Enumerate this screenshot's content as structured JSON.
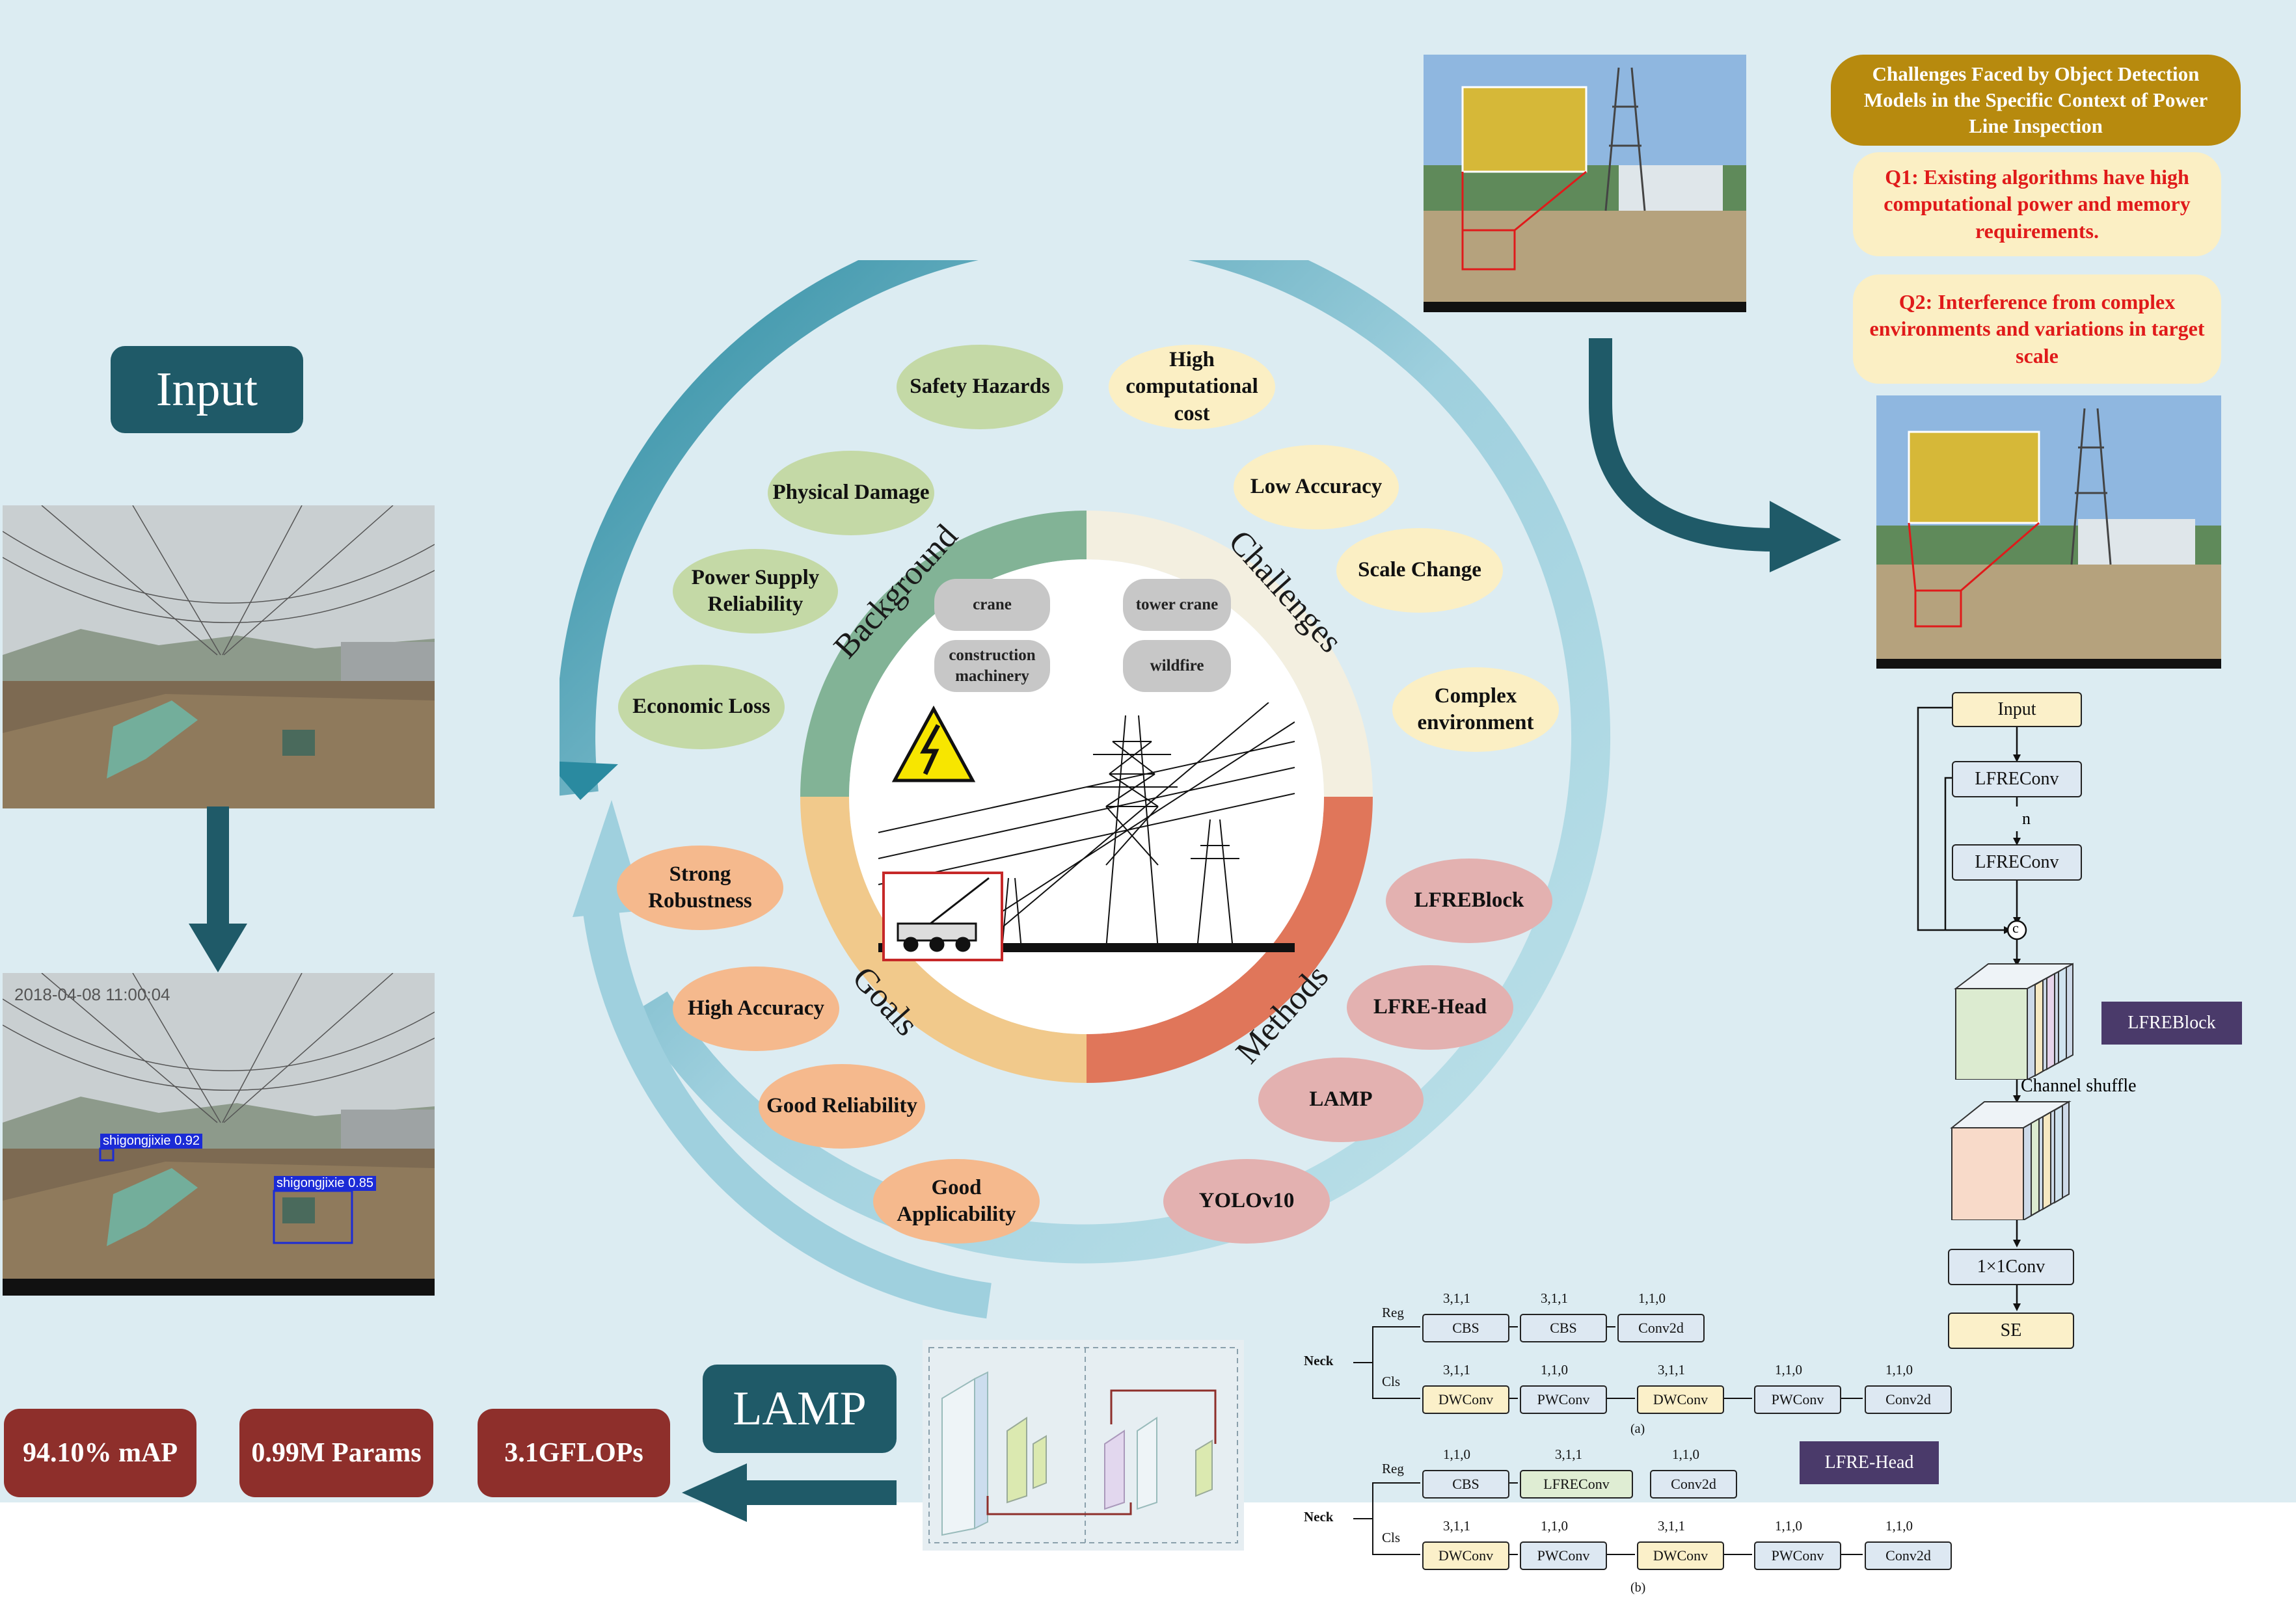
{
  "input_label": "Input",
  "lamp_label": "LAMP",
  "metrics": [
    "94.10% mAP",
    "0.99M Params",
    "3.1GFLOPs"
  ],
  "photo_detected": {
    "timestamp": "2018-04-08 11:00:04",
    "detections": [
      "shigongjixie 0.92",
      "shigongjixie 0.85"
    ]
  },
  "wheel": {
    "segments": [
      "Background",
      "Challenges",
      "Methods",
      "Goals"
    ],
    "center_pills": [
      "crane",
      "tower crane",
      "construction machinery",
      "wildfire"
    ],
    "background_items": [
      "Safety Hazards",
      "Physical Damage",
      "Power Supply Reliability",
      "Economic Loss"
    ],
    "challenge_items": [
      "High computational cost",
      "Low Accuracy",
      "Scale Change",
      "Complex environment"
    ],
    "method_items": [
      "LFREBlock",
      "LFRE-Head",
      "LAMP",
      "YOLOv10"
    ],
    "goal_items": [
      "Strong Robustness",
      "High Accuracy",
      "Good Reliability",
      "Good Applicability"
    ]
  },
  "challenges_panel": {
    "title": "Challenges Faced by Object Detection Models in the Specific Context of Power Line Inspection",
    "q1": "Q1: Existing algorithms have high computational power and memory requirements.",
    "q2": "Q2: Interference from complex environments and variations in target scale"
  },
  "lfreblock": {
    "nodes": [
      "Input",
      "LFREConv",
      "n",
      "LFREConv",
      "c",
      "Channel shuffle",
      "1×1Conv",
      "SE"
    ],
    "tag": "LFREBlock"
  },
  "head_diagram": {
    "neck": "Neck",
    "reg": "Reg",
    "cls": "Cls",
    "a": {
      "reg_boxes": [
        "CBS",
        "CBS",
        "Conv2d"
      ],
      "reg_params": [
        "3,1,1",
        "3,1,1",
        "1,1,0"
      ],
      "cls_boxes": [
        "DWConv",
        "PWConv",
        "DWConv",
        "PWConv",
        "Conv2d"
      ],
      "cls_params": [
        "3,1,1",
        "1,1,0",
        "3,1,1",
        "1,1,0",
        "1,1,0"
      ],
      "caption": "(a)"
    },
    "b": {
      "reg_boxes": [
        "CBS",
        "LFREConv",
        "Conv2d"
      ],
      "reg_params": [
        "1,1,0",
        "3,1,1",
        "1,1,0"
      ],
      "cls_boxes": [
        "DWConv",
        "PWConv",
        "DWConv",
        "PWConv",
        "Conv2d"
      ],
      "cls_params": [
        "3,1,1",
        "1,1,0",
        "3,1,1",
        "1,1,0",
        "1,1,0"
      ],
      "caption": "(b)",
      "tag": "LFRE-Head"
    }
  },
  "colors": {
    "background_segment": "#82b396",
    "challenges_segment": "#f3efe0",
    "methods_segment": "#e0765a",
    "goals_segment": "#f1c98b",
    "dark_teal": "#1f5a68",
    "metric_red": "#8e2f2b"
  }
}
